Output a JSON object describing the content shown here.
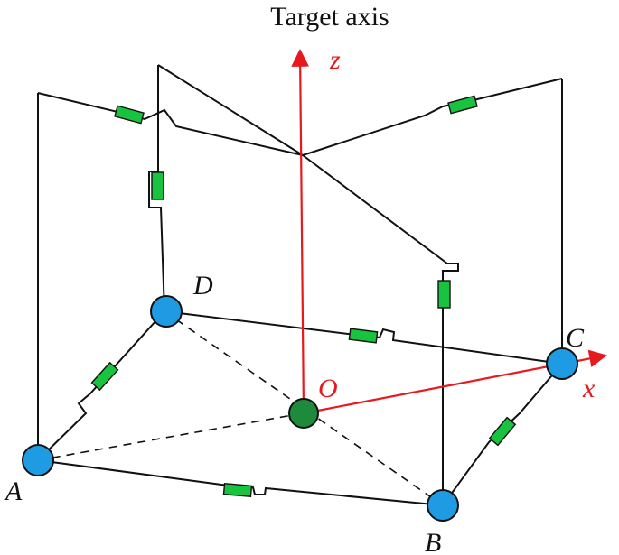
{
  "title": "Target axis",
  "axes": {
    "z": "z",
    "x": "x"
  },
  "points": {
    "A": "A",
    "B": "B",
    "C": "C",
    "D": "D",
    "O": "O"
  },
  "colors": {
    "axis": "#e8191e",
    "node": "#1f9be3",
    "center": "#1e8a3c",
    "spring": "#17c33f",
    "line": "#111111"
  }
}
